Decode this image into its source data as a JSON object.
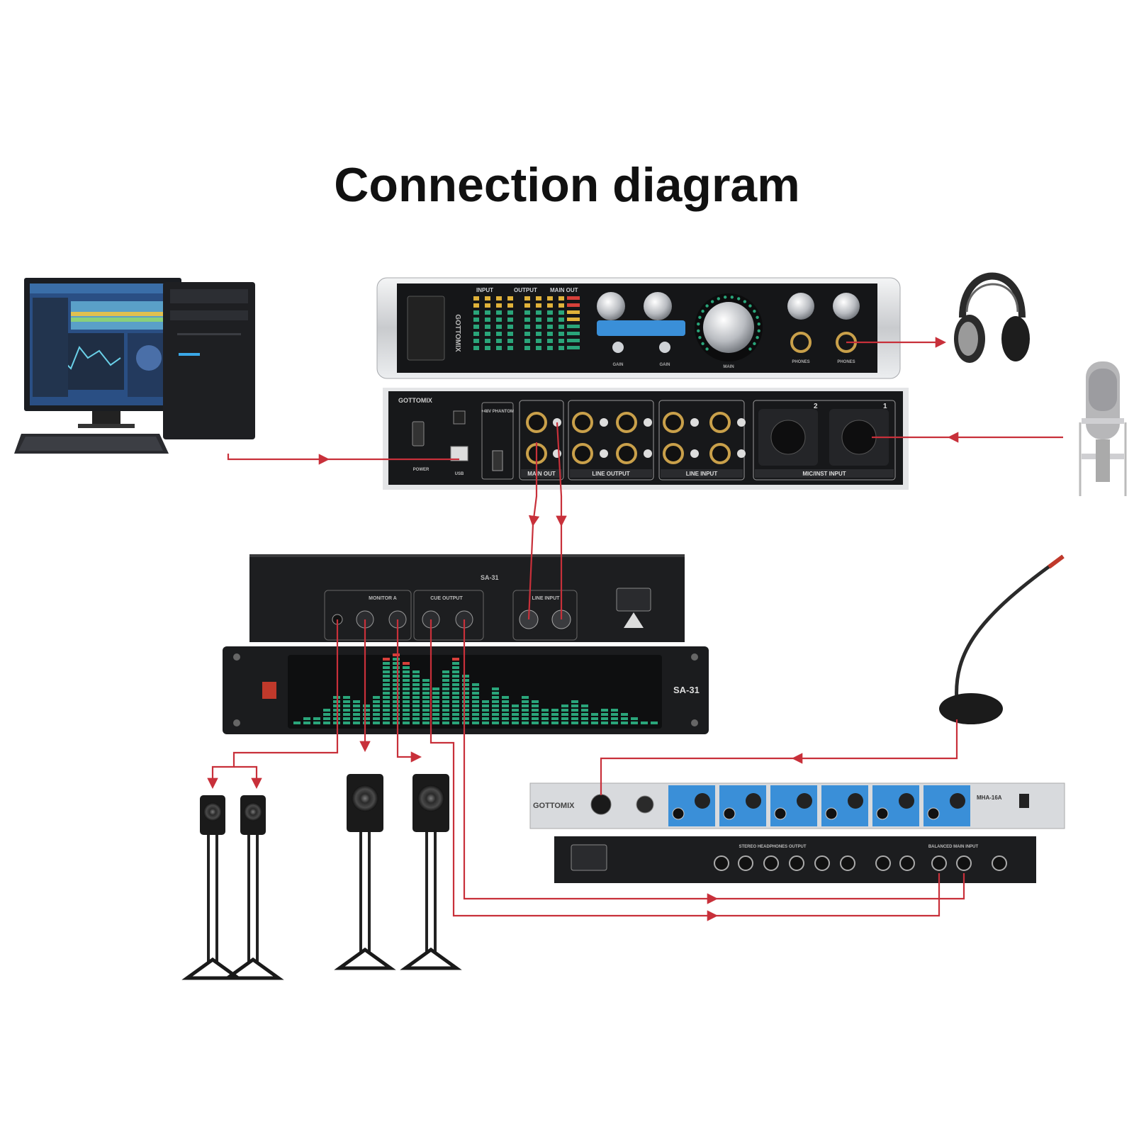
{
  "title": "Connection diagram",
  "colors": {
    "cable": "#c8303a",
    "panel_dark": "#1c1c1c",
    "panel_silver": "#d9dbde",
    "meter_green": "#2aa57a",
    "meter_red": "#d6403a",
    "rack_blue": "#3a8fd8",
    "jack_gold": "#c9a04a"
  },
  "interface": {
    "brand": "GOTTOMIX",
    "front": {
      "sections": [
        "INPUT",
        "OUTPUT",
        "MAIN OUT"
      ],
      "knob_labels": [
        "GAIN",
        "GAIN",
        "MAIN",
        "PHONES",
        "PHONES"
      ]
    },
    "rear": {
      "phantom": "+48V PHANTOM",
      "power": "POWER",
      "usb": "USB",
      "main_out": "MAIN OUT",
      "line_output": "LINE OUTPUT",
      "line_input": "LINE INPUT",
      "mic_inst_input": "MIC/INST INPUT",
      "channel_numbers": [
        "2",
        "1"
      ]
    }
  },
  "amplifier": {
    "model": "SA-31",
    "rear": {
      "monitor": "MONITOR A",
      "cue_output": "CUE OUTPUT",
      "line_input": "LINE INPUT"
    }
  },
  "headphone_amp": {
    "brand": "GOTTOMIX",
    "model": "MHA-16A",
    "rear": {
      "stereo_outputs": "STEREO HEADPHONES OUTPUT",
      "balanced_input": "BALANCED MAIN INPUT"
    }
  }
}
